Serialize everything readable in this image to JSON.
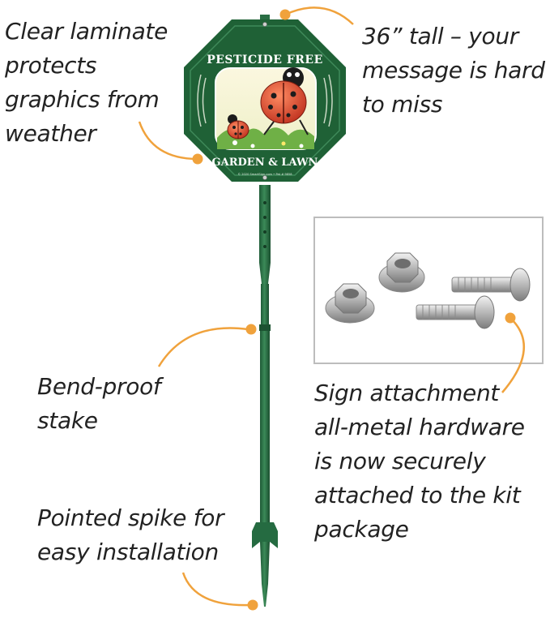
{
  "sign": {
    "top_text": "PESTICIDE FREE",
    "bottom_text": "GARDEN & LAWN",
    "fine_print": "© 2020 SmartSign.com • Pat # 9858"
  },
  "callouts": {
    "laminate": "Clear laminate\nprotects\ngraphics from\nweather",
    "height": "36” tall – your\nmessage is hard\nto miss",
    "stake": "Bend-proof\nstake",
    "spike": "Pointed spike for\neasy installation",
    "hardware": "Sign attachment\nall-metal hardware\nis now securely\nattached to the kit\npackage"
  },
  "colors": {
    "sign_green": "#1f6136",
    "stake_green": "#2e7a4b",
    "accent_orange": "#f0a23c",
    "ladybug_red": "#d8402b",
    "frame_gray": "#bdbdbd"
  },
  "icons": [
    "ladybug-icon",
    "nut-icon",
    "bolt-icon"
  ]
}
